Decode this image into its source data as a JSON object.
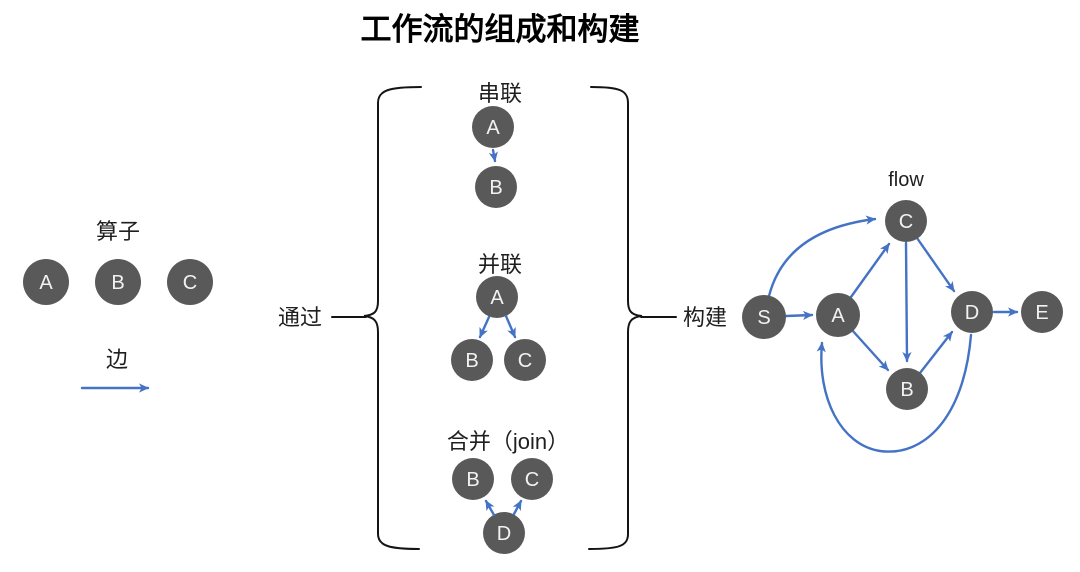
{
  "title": "工作流的组成和构建",
  "colors": {
    "node_fill": "#595959",
    "node_text": "#f2f2f2",
    "edge_blue": "#4472C4",
    "text_black": "#1f1f1f"
  },
  "left": {
    "operators_label": "算子",
    "operators": [
      "A",
      "B",
      "C"
    ],
    "edge_label": "边"
  },
  "middle": {
    "connector_label": "通过",
    "patterns": [
      {
        "label": "串联",
        "nodes": [
          "A",
          "B"
        ],
        "edges": [
          "A→B"
        ]
      },
      {
        "label": "并联",
        "nodes": [
          "A",
          "B",
          "C"
        ],
        "edges": [
          "A→B",
          "A→C"
        ]
      },
      {
        "label": "合并（join）",
        "nodes": [
          "B",
          "C",
          "D"
        ],
        "edges": [
          "D→B",
          "D→C"
        ]
      }
    ]
  },
  "right": {
    "connector_label": "构建",
    "flow_label": "flow",
    "nodes": [
      "S",
      "A",
      "B",
      "C",
      "D",
      "E"
    ],
    "edges": [
      "S→A",
      "S→C",
      "A→C",
      "A→B",
      "C→B",
      "C→D",
      "B→D",
      "D→A",
      "D→E"
    ]
  }
}
